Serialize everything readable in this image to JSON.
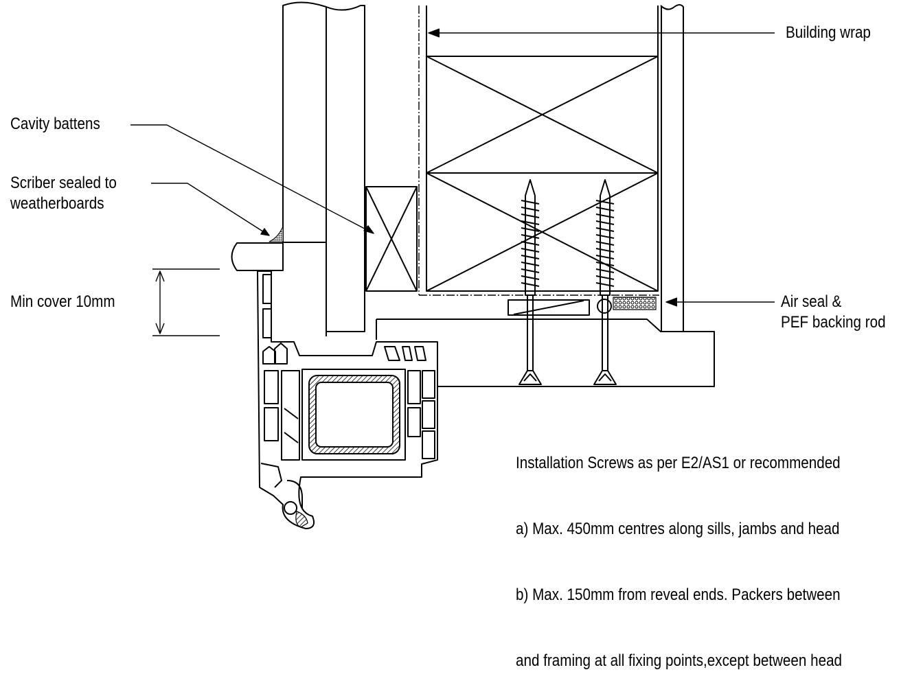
{
  "labels": {
    "building_wrap": "Building wrap",
    "cavity_battens": "Cavity battens",
    "scriber_line1": "Scriber sealed to",
    "scriber_line2": "weatherboards",
    "min_cover": "Min cover 10mm",
    "air_seal_line1": "Air seal &",
    "air_seal_line2": "PEF backing rod",
    "screws_line1": "Installation Screws as per E2/AS1 or recommended",
    "screws_line2": "a) Max. 450mm centres along sills, jambs and head",
    "screws_line3": "b) Max. 150mm from reveal ends. Packers between",
    "screws_line4": "and framing at all fixing points,except between head"
  },
  "colors": {
    "line": "#000000",
    "background": "#ffffff"
  }
}
